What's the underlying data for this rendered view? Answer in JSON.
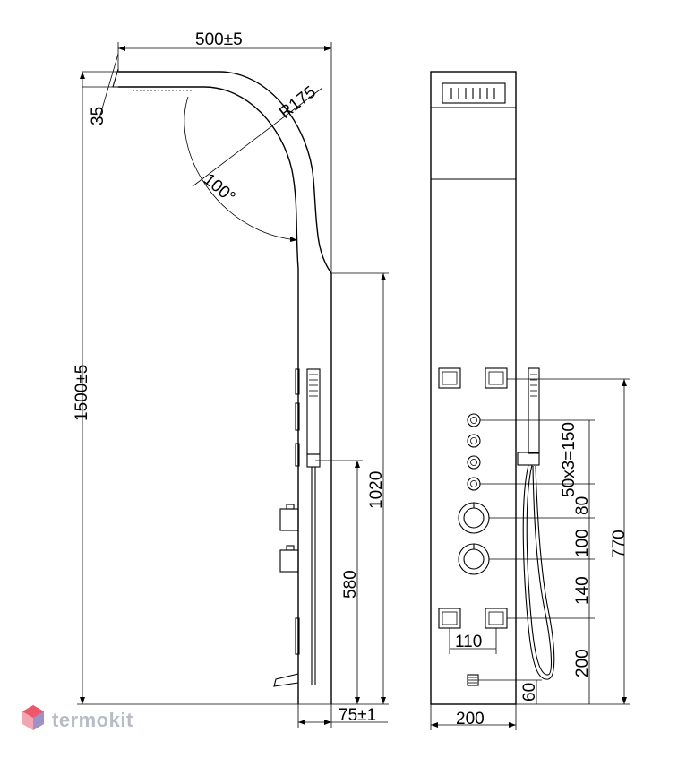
{
  "diagram": {
    "side_view": {
      "width_label": "500±5",
      "height_label": "1500±5",
      "head_thickness_label": "35",
      "radius_label": "R175",
      "angle_label": "100°",
      "holder_height_label": "1020",
      "spout_height_label": "580",
      "depth_label": "75±1"
    },
    "front_view": {
      "width_label": "200",
      "jet_spacing_label": "110",
      "nozzle_spacing_label": "50x3=150",
      "gap_80_label": "80",
      "gap_100_label": "100",
      "gap_140_label": "140",
      "gap_200_label": "200",
      "bottom_60_label": "60",
      "total_770_label": "770"
    }
  },
  "watermark": {
    "brand": "termokit",
    "logo_colors": [
      "#e84a5f",
      "#5a7fd6"
    ]
  }
}
